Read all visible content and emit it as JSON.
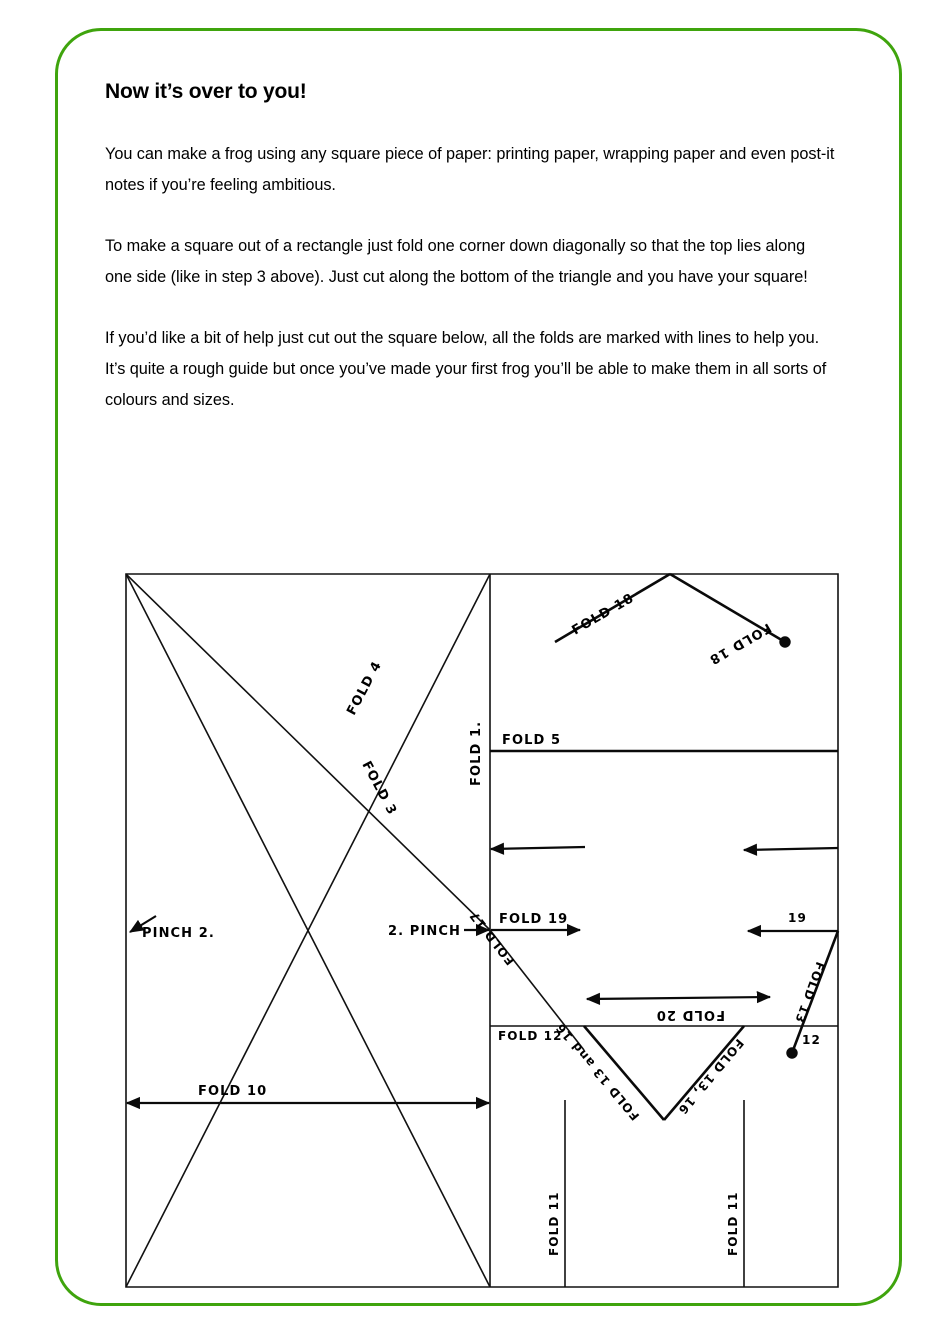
{
  "page": {
    "border_color": "#3fa40d",
    "background": "#ffffff"
  },
  "heading": "Now it’s over to you!",
  "paragraphs": [
    "You can make a frog using any square piece of paper:  printing paper, wrapping paper and even post-it notes if you’re feeling ambitious.",
    "To make a square out of a rectangle just fold one corner down diagonally so that the top lies along one side (like in step 3 above). Just cut along the bottom of the triangle and you have your square!",
    "If you’d like a bit of help just cut out the square below, all the folds are marked with lines to help you. It’s quite a rough guide but once you’ve made your first frog you’ll be able to make them in all sorts of colours and sizes."
  ],
  "diagram": {
    "title": "frog-folding-template",
    "labels": {
      "fold4": "FOLD 4",
      "fold3": "FOLD 3",
      "pinch_left": "PINCH 2.",
      "pinch_right": "2. PINCH",
      "fold10": "FOLD 10",
      "fold1": "FOLD 1.",
      "fold5": "FOLD 5",
      "fold18_left": "FOLD 18",
      "fold18_right": "FOLD 18",
      "fold19": "FOLD 19",
      "num19": "19",
      "fold17": "FOLD 17",
      "fold20": "FOLD 20",
      "fold13_right": "FOLD 13",
      "num12": "12",
      "fold12": "FOLD 12",
      "fold13_16_left": "FOLD 13 and 16",
      "fold13_16_right": "FOLD 13, 16",
      "fold11_left": "FOLD 11",
      "fold11_right": "FOLD 11"
    }
  }
}
